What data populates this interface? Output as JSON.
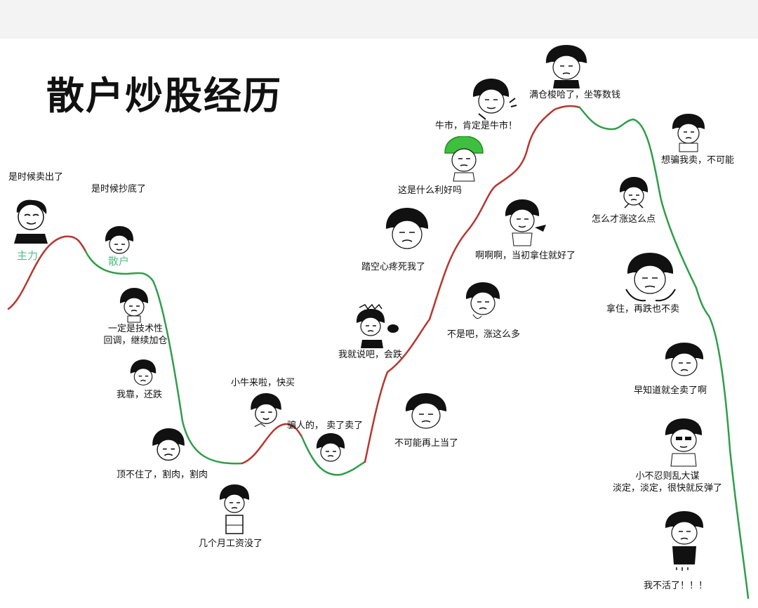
{
  "title": "散户炒股经历",
  "colors": {
    "rise": "#b8352f",
    "fall": "#2e9e4a",
    "tag": "#4fbf86",
    "hair": "#111111"
  },
  "characters": {
    "main_force": "主力",
    "retail": "散户"
  },
  "labels": {
    "time_to_sell": "是时候卖出了",
    "time_to_buy_dip": "是时候抄底了",
    "tech_pullback_1": "一定是技术性",
    "tech_pullback_2": "回调，继续加仓",
    "still_falling": "我靠，还跌",
    "cut_loss": "顶不住了，割肉，割肉",
    "salary_gone": "几个月工资没了",
    "small_bull": "小牛来啦，快买",
    "fooled": "骗人的， 卖了卖了",
    "knew_it": "我就说吧，会跌",
    "not_fooled_again": "不可能再上当了",
    "no_way_rose": "不是吧，涨这么多",
    "heartache": "踏空心疼死我了",
    "what_good": "这是什么利好吗",
    "should_held": "啊啊啊，当初拿住就好了",
    "bull_market": "牛市，肯定是牛市！",
    "full_position": "满仓梭哈了，坐等数钱",
    "trick_me": "想骗我卖，不可能",
    "how_to_rise": "怎么才涨这么点",
    "hold_on": "拿住，再跌也不卖",
    "should_sold_all": "早知道就全卖了啊",
    "patience_1": "小不忍则乱大谋",
    "patience_2": "淡定，淡定，很快就反弹了",
    "cant_live": "我不活了！！！"
  }
}
